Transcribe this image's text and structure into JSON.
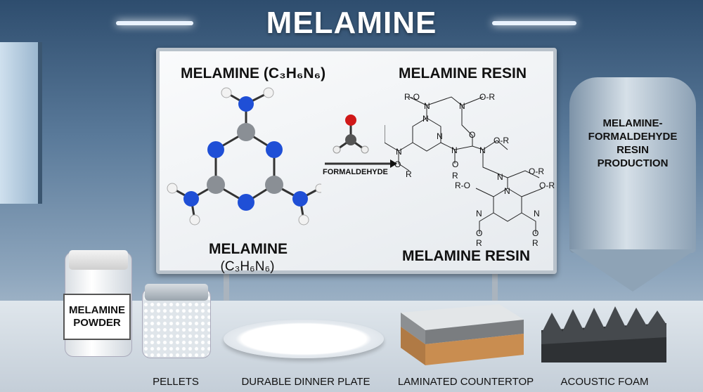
{
  "title": "MELAMINE",
  "board": {
    "left_heading": "MELAMINE (C₃H₆N₆)",
    "right_heading": "MELAMINE RESIN",
    "reagent": "FORMALDEHYDE",
    "molecule_name": "MELAMINE",
    "molecule_formula": "(C₃H₆N₆)",
    "resin_caption": "MELAMINE RESIN",
    "atom_labels": {
      "nitrogen": "N",
      "oxygen": "O",
      "group": "R"
    }
  },
  "tank_label": [
    "MELAMINE-",
    "FORMALDEHYDE",
    "RESIN",
    "PRODUCTION"
  ],
  "products": {
    "powder_jar_label": [
      "MELAMINE",
      "POWDER"
    ],
    "pellets": "PELLETS",
    "plate": "DURABLE DINNER PLATE",
    "countertop": "LAMINATED COUNTERTOP",
    "foam": "ACOUSTIC FOAM"
  },
  "colors": {
    "nitrogen": "#1f4fd6",
    "carbon": "#8a8f95",
    "hydrogen": "#f2f2f2",
    "oxygen": "#d01818"
  }
}
